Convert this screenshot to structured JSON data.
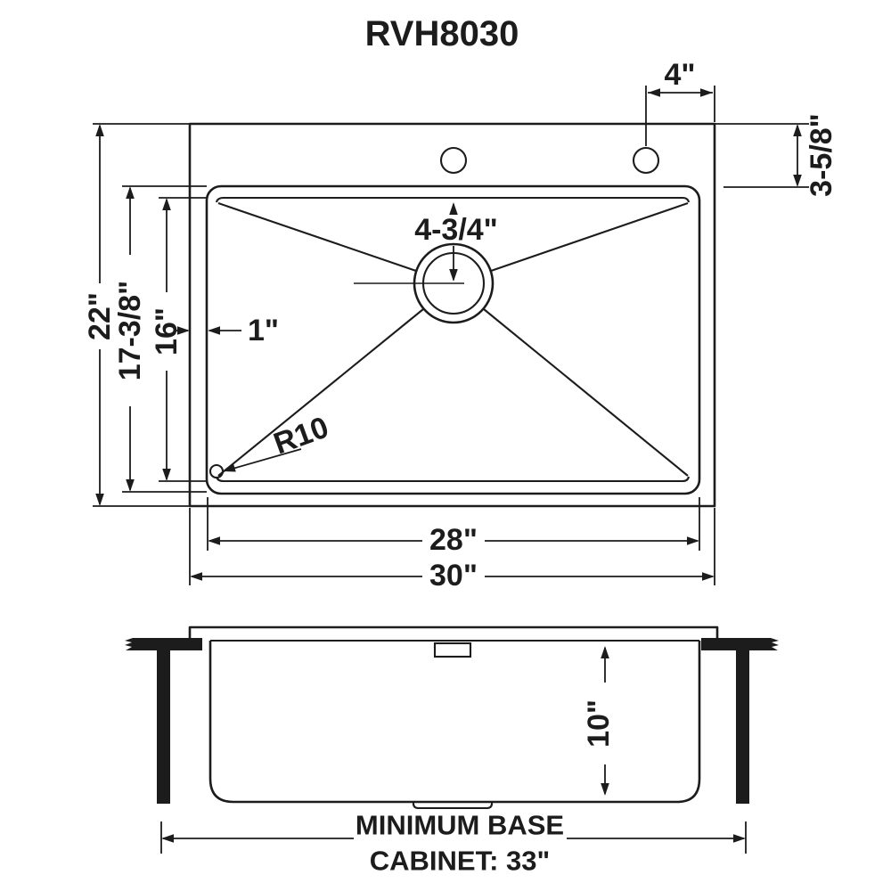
{
  "title": "RVH8030",
  "colors": {
    "line": "#1c1c1c",
    "background": "#ffffff"
  },
  "top_view": {
    "hole_spacing": "4\"",
    "hole_setback": "3-5/8\"",
    "overall_depth": "22\"",
    "bowl_depth_outer": "17-3/8\"",
    "bowl_depth_inner": "16\"",
    "rim_to_bowl": "1\"",
    "drain_offset": "4-3/4\"",
    "corner_radius": "R10",
    "bowl_width": "28\"",
    "overall_width": "30\""
  },
  "side_view": {
    "bowl_height": "10\"",
    "cabinet_note_line1": "MINIMUM BASE",
    "cabinet_note_line2": "CABINET: 33\""
  }
}
